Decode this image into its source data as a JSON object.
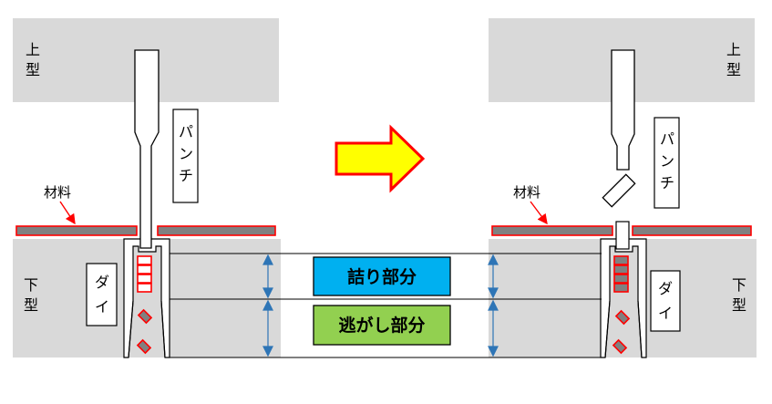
{
  "labels": {
    "upper_die": [
      "上",
      "型"
    ],
    "lower_die": [
      "下",
      "型"
    ],
    "punch": [
      "パ",
      "ン",
      "チ"
    ],
    "die": [
      "ダ",
      "イ"
    ],
    "material": "材料",
    "land_part": "詰り部分",
    "relief_part": "逃がし部分"
  },
  "colors": {
    "die_block": "#d9d9d9",
    "material_fill": "#808080",
    "accent_red": "#ff0000",
    "arrow_yellow": "#ffff00",
    "land_box": "#00b0f0",
    "relief_box": "#92d050",
    "dimension_blue": "#2e75b6"
  }
}
